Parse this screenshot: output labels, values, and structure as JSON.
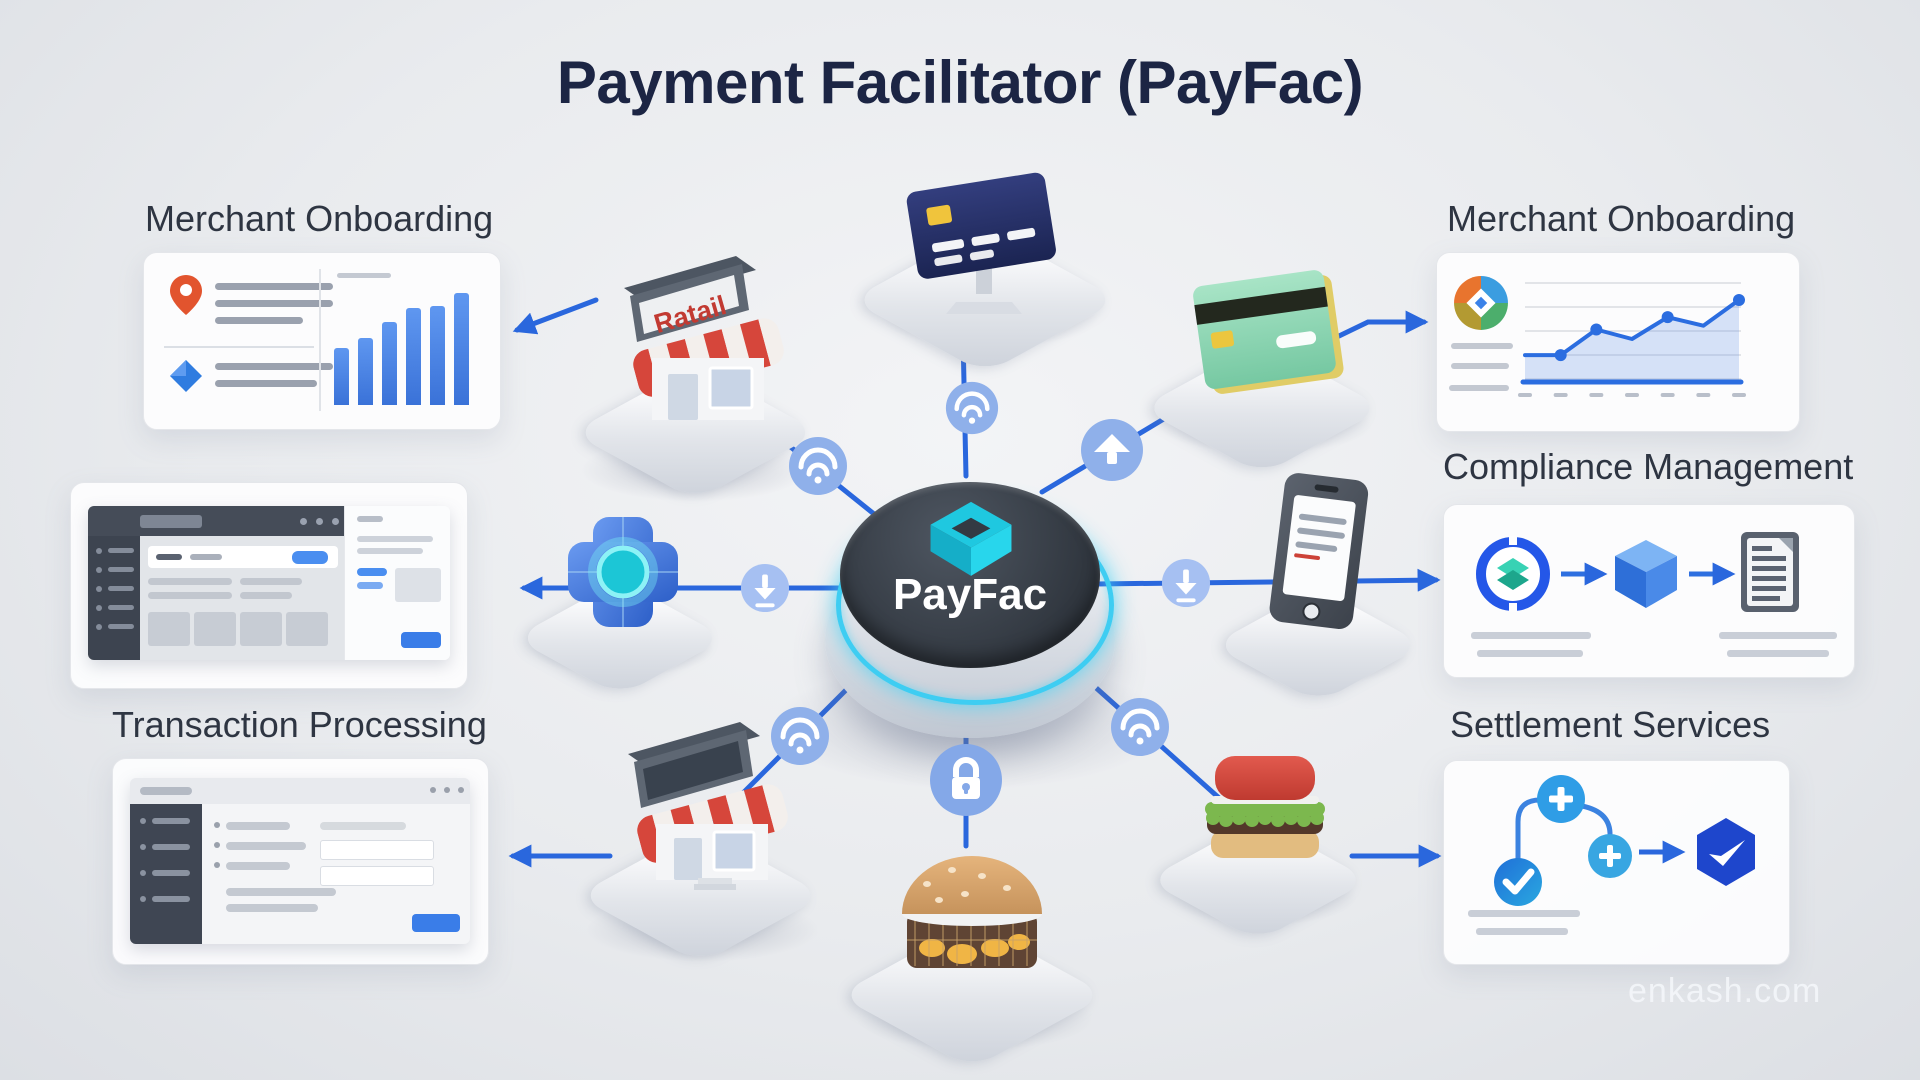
{
  "title": "Payment Facilitator (PayFac)",
  "watermark": "enkash.com",
  "hub": {
    "label": "PayFac",
    "logo_icon": "cube-logo-icon"
  },
  "panels": {
    "merchant_onboarding_left": {
      "label": "Merchant Onboarding"
    },
    "transaction_processing": {
      "label": "Transaction Processing"
    },
    "merchant_onboarding_right": {
      "label": "Merchant Onboarding"
    },
    "compliance_management": {
      "label": "Compliance Management"
    },
    "settlement_services": {
      "label": "Settlement Services"
    }
  },
  "items": {
    "retail_store": {
      "sign_text": "Ratail",
      "icon": "retail-store-icon"
    },
    "card_monitor": {
      "icon": "credit-card-display-icon"
    },
    "green_card": {
      "icon": "credit-card-icon"
    },
    "module": {
      "icon": "chip-module-icon"
    },
    "phone": {
      "icon": "smartphone-icon"
    },
    "storefront": {
      "icon": "storefront-icon"
    },
    "burger_kiosk": {
      "icon": "burger-kiosk-icon"
    },
    "sandwich": {
      "icon": "burger-icon"
    }
  },
  "connectors": {
    "store_to_hub": "wifi-icon",
    "monitor_to_hub": "wifi-icon",
    "card_to_hub": "upload-icon",
    "hub_to_left": "download-icon",
    "hub_to_right": "download-icon",
    "hub_to_storefront": "wifi-icon",
    "hub_to_burger": "lock-icon",
    "hub_to_sandwich": "wifi-icon"
  },
  "colors": {
    "accent_blue": "#2a67dd",
    "title": "#1c2544",
    "label": "#2e3542",
    "hub_dark": "#343b44",
    "hub_cyan": "#1fc8e0",
    "glow_cyan": "#3ecdf2",
    "bar_blue": "#3a72d8",
    "pin_orange": "#e2542e",
    "awning_red": "#d6463b",
    "mint_card": "#8fd9b8",
    "navy_card": "#232c6b"
  },
  "chart_data": [
    {
      "type": "bar",
      "panel": "Merchant Onboarding (left card)",
      "categories": [
        "",
        "",
        "",
        "",
        "",
        ""
      ],
      "values": [
        48,
        57,
        70,
        82,
        84,
        95
      ],
      "title": "",
      "xlabel": "",
      "ylabel": "",
      "ylim": [
        0,
        100
      ],
      "bar_color": "#3a72d8"
    },
    {
      "type": "line",
      "panel": "Merchant Onboarding (right card)",
      "x": [
        1,
        2,
        3,
        4,
        5,
        6,
        7
      ],
      "values": [
        23,
        23,
        50,
        40,
        63,
        54,
        81
      ],
      "ylim": [
        0,
        100
      ],
      "area_fill": true,
      "dot_points": [
        2,
        3,
        5,
        7
      ],
      "grid": true,
      "line_color": "#2b6de0"
    }
  ]
}
